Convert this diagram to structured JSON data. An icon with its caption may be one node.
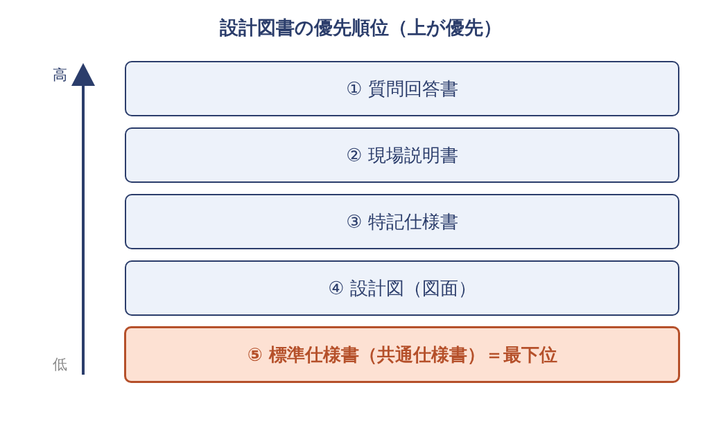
{
  "diagram": {
    "title": "設計図書の優先順位（上が優先）",
    "nodes": [
      {
        "text": [
          "① 質問回答書"
        ]
      },
      {
        "text": [
          "② 現場説明書"
        ]
      },
      {
        "text": [
          "③ 特記仕様書"
        ]
      },
      {
        "text": [
          "④ 設計図（図面）"
        ]
      },
      {
        "text": [
          "⑤ 標準仕様書（共通仕様書）＝最下位"
        ]
      }
    ],
    "labels": [
      "高",
      "低"
    ]
  }
}
